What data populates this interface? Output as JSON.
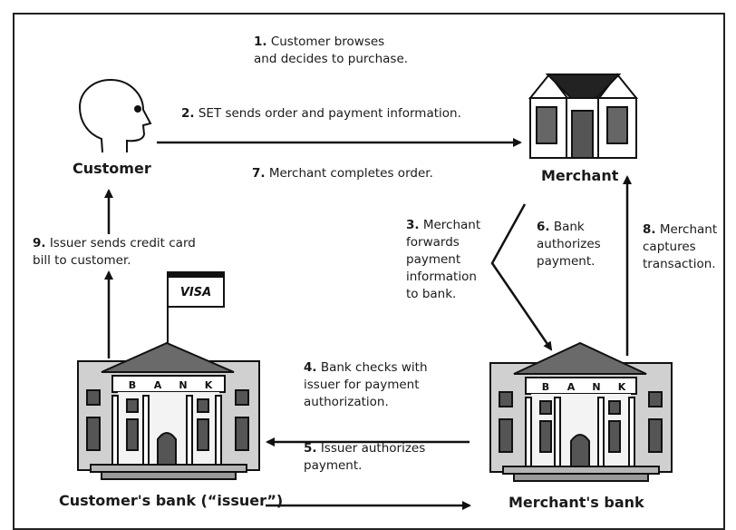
{
  "actors": {
    "customer": "Customer",
    "merchant": "Merchant",
    "customer_bank": "Customer's bank (“issuer”)",
    "merchant_bank": "Merchant's bank"
  },
  "bank_sign": [
    "B",
    "A",
    "N",
    "K"
  ],
  "flag_text": "VISA",
  "steps": [
    {
      "num": "1.",
      "text": "Customer browses\nand decides to purchase."
    },
    {
      "num": "2.",
      "text": "SET sends order and payment information."
    },
    {
      "num": "3.",
      "text": "Merchant\nforwards\npayment\ninformation\nto bank."
    },
    {
      "num": "4.",
      "text": "Bank checks with\nissuer for payment\nauthorization."
    },
    {
      "num": "5.",
      "text": "Issuer authorizes\npayment."
    },
    {
      "num": "6.",
      "text": "Bank\nauthorizes\npayment."
    },
    {
      "num": "7.",
      "text": "Merchant completes order."
    },
    {
      "num": "8.",
      "text": "Merchant\ncaptures\ntransaction."
    },
    {
      "num": "9.",
      "text": "Issuer sends credit card\nbill to customer."
    }
  ]
}
